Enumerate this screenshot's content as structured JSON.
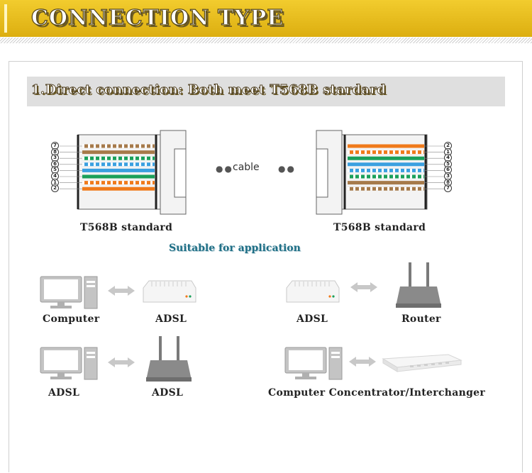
{
  "header": {
    "title": "CONNECTION TYPE"
  },
  "section": {
    "title": "1.Direct connection: Both meet T568B stardard"
  },
  "connectors": {
    "left": {
      "label": "T568B standard",
      "pins": [
        "7",
        "8",
        "3",
        "6",
        "5",
        "4",
        "1",
        "2"
      ]
    },
    "right": {
      "label": "T568B standard",
      "pins": [
        "2",
        "1",
        "4",
        "5",
        "6",
        "3",
        "8",
        "7"
      ]
    },
    "cable_label": "cable"
  },
  "application": {
    "title": "Suitable for application",
    "pairs": [
      {
        "left": "Computer",
        "right": "ADSL"
      },
      {
        "left": "ADSL",
        "right": "Router"
      },
      {
        "left": "ADSL",
        "right": "ADSL"
      },
      {
        "left": "Computer Concentrator/Interchanger",
        "right": ""
      }
    ]
  },
  "colors": {
    "banner": "#e6b91a",
    "orange": "#f07a1a",
    "green": "#1aa05a",
    "blue": "#3aa0e0",
    "brown": "#a67a4a"
  }
}
